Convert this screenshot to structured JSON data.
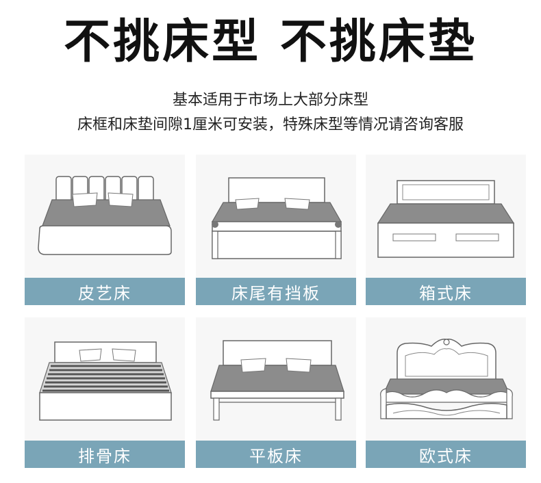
{
  "headline": "不挑床型 不挑床垫",
  "subtitle_line1": "基本适用于市场上大部分床型",
  "subtitle_line2": "床框和床垫间隙1厘米可安装，特殊床型等情况请咨询客服",
  "colors": {
    "label_bg": "#7aa5b7",
    "mattress_gray": "#8c8c8c",
    "card_bg": "#f7f7f7"
  },
  "bed_types": [
    {
      "label": "皮艺床",
      "icon": "leather-bed-icon"
    },
    {
      "label": "床尾有挡板",
      "icon": "footboard-bed-icon"
    },
    {
      "label": "箱式床",
      "icon": "box-bed-icon"
    },
    {
      "label": "排骨床",
      "icon": "slat-bed-icon"
    },
    {
      "label": "平板床",
      "icon": "platform-bed-icon"
    },
    {
      "label": "欧式床",
      "icon": "european-bed-icon"
    }
  ]
}
